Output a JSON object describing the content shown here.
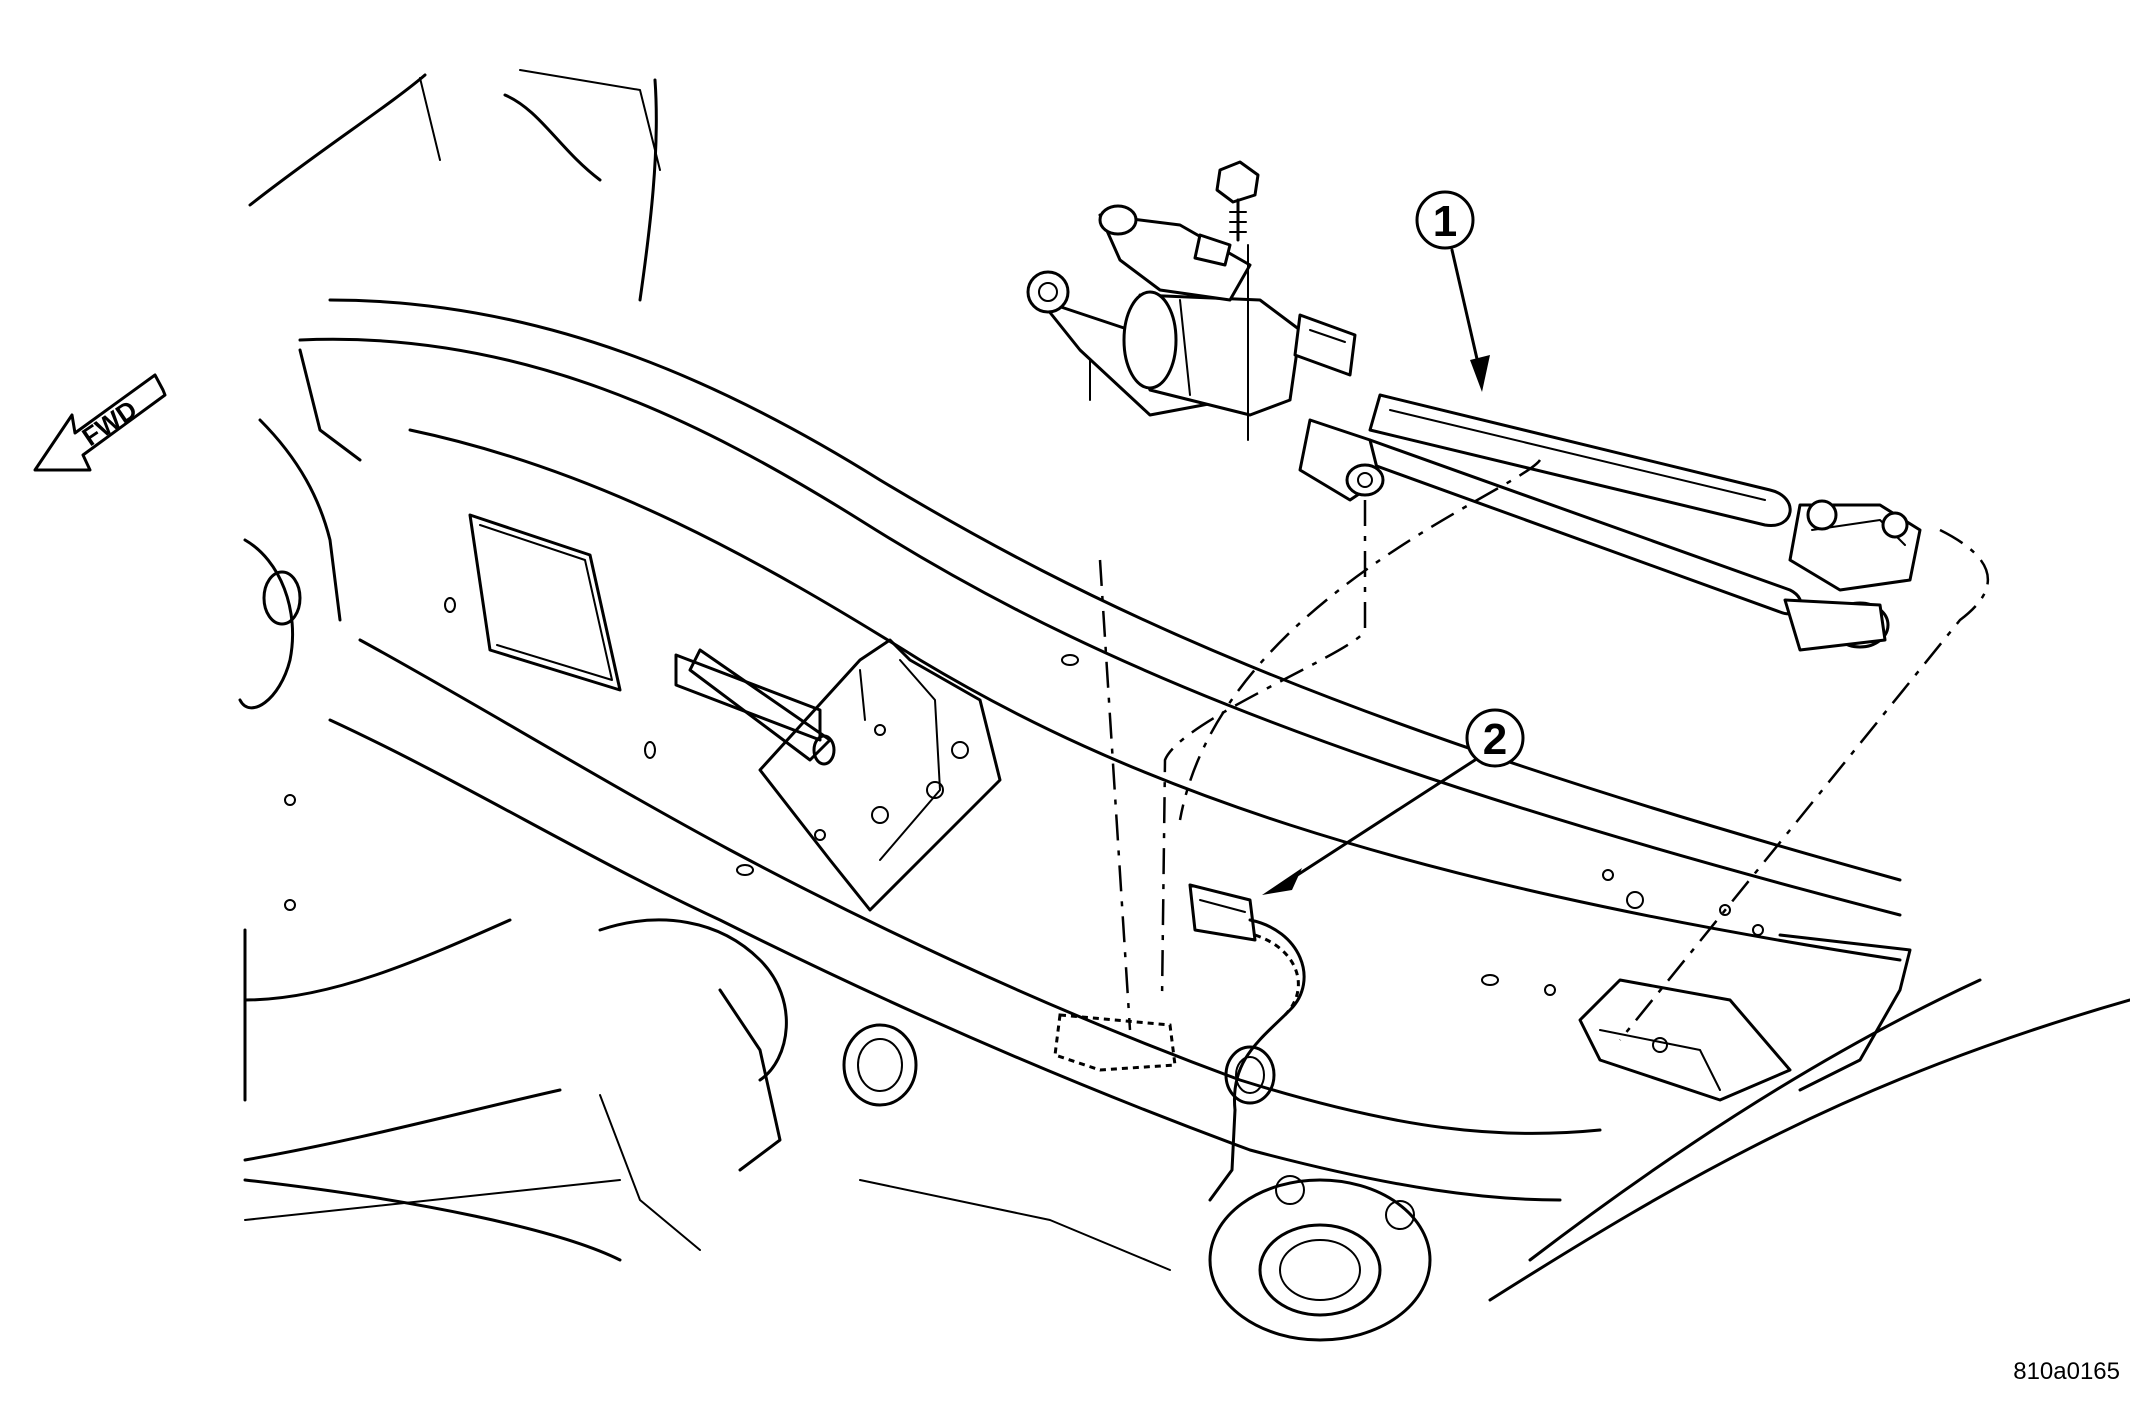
{
  "direction": {
    "label": "FWD"
  },
  "callouts": [
    {
      "number": "1"
    },
    {
      "number": "2"
    }
  ],
  "figure": {
    "id": "810a0165"
  },
  "colors": {
    "line": "#000000",
    "background": "#ffffff"
  }
}
